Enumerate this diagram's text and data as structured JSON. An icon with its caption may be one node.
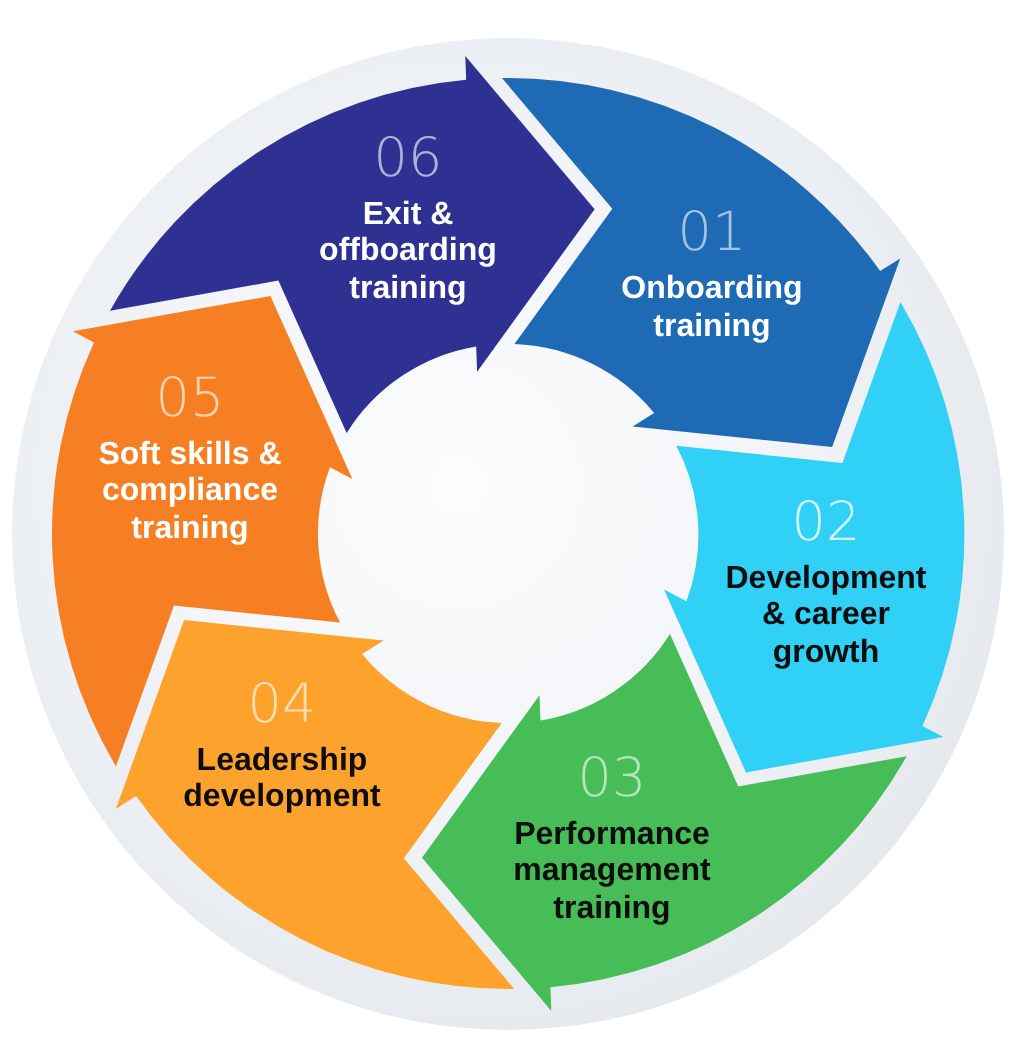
{
  "diagram": {
    "nodes": [
      {
        "text": [
          "01",
          "Onboarding training"
        ]
      },
      {
        "text": [
          "02",
          "Development & career growth"
        ]
      },
      {
        "text": [
          "03",
          "Performance management training"
        ]
      },
      {
        "text": [
          "04",
          "Leadership development"
        ]
      },
      {
        "text": [
          "05",
          "Soft skills & compliance training"
        ]
      },
      {
        "text": [
          "06",
          "Exit & offboarding training"
        ]
      }
    ]
  }
}
